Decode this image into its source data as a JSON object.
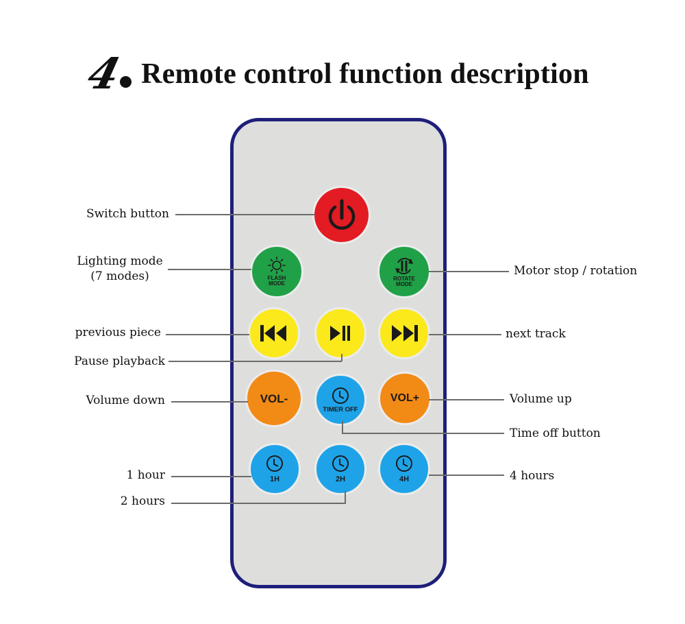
{
  "title": {
    "number": "4",
    "text": "Remote control function description"
  },
  "buttons": {
    "power": {
      "icon": "power-icon",
      "color": "#e31b22"
    },
    "flash_mode": {
      "label_1": "FLASH",
      "label_2": "MODE",
      "icon": "sun-icon",
      "color": "#21a147"
    },
    "rotate_mode": {
      "label_1": "ROTATE",
      "label_2": "MODE",
      "icon": "rotate-pause-icon",
      "color": "#21a147"
    },
    "previous": {
      "icon": "skip-previous-icon",
      "color": "#fbe91c"
    },
    "play_pause": {
      "icon": "play-pause-icon",
      "color": "#fbe91c"
    },
    "next": {
      "icon": "skip-next-icon",
      "color": "#fbe91c"
    },
    "vol_down": {
      "label": "VOL-",
      "color": "#f28a16"
    },
    "timer_off": {
      "label": "TIMER OFF",
      "icon": "clock-icon",
      "color": "#1ea3e8"
    },
    "vol_up": {
      "label": "VOL+",
      "color": "#f28a16"
    },
    "timer_1h": {
      "label": "1H",
      "icon": "clock-icon",
      "color": "#1ea3e8"
    },
    "timer_2h": {
      "label": "2H",
      "icon": "clock-icon",
      "color": "#1ea3e8"
    },
    "timer_4h": {
      "label": "4H",
      "icon": "clock-icon",
      "color": "#1ea3e8"
    }
  },
  "callouts": {
    "switch_button": "Switch button",
    "lighting_mode_1": "Lighting mode",
    "lighting_mode_2": "(7 modes)",
    "motor": "Motor stop / rotation",
    "previous_piece": "previous piece",
    "next_track": "next track",
    "pause_playback": "Pause playback",
    "volume_down": "Volume down",
    "volume_up": "Volume up",
    "time_off_button": "Time off button",
    "one_hour": "1 hour",
    "four_hours": "4 hours",
    "two_hours": "2 hours"
  }
}
